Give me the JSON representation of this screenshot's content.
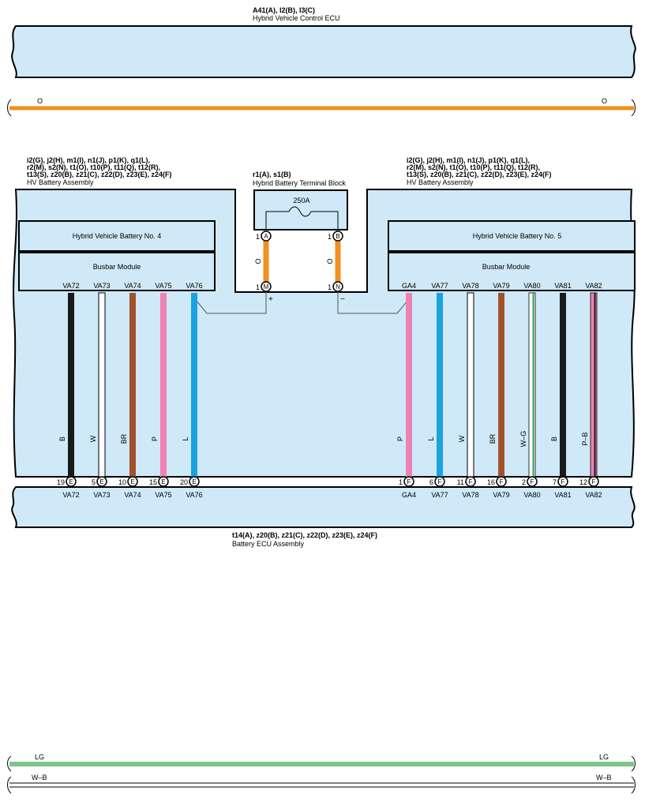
{
  "colors": {
    "panel_fill": "#cfe9f8",
    "panel_stroke": "#000000",
    "wire_orange": "#f0901e",
    "wire_black": "#1a1a1a",
    "wire_white": "#ffffff",
    "wire_brown": "#a0522d",
    "wire_pink": "#ee82b4",
    "wire_blue": "#1aa3e0",
    "wire_lightgreen": "#7cc68e",
    "wire_green": "#2e9e4f"
  },
  "top_ecu": {
    "codes": "A41(A), I2(B), I3(C)",
    "name": "Hybrid Vehicle Control ECU"
  },
  "top_bus": {
    "left_label": "O",
    "right_label": "O"
  },
  "hv_left": {
    "codes_line1": "i2(G), j2(H), m1(I), n1(J), p1(K), q1(L),",
    "codes_line2": "r2(M), s2(N), t1(O), t10(P), t11(Q), t12(R),",
    "codes_line3": "t13(S), z20(B), z21(C), z22(D), z23(E), z24(F)",
    "name": "HV Battery Assembly",
    "battery": "Hybrid Vehicle Battery No.  4",
    "busbar": "Busbar Module"
  },
  "hv_right": {
    "codes_line1": "i2(G), j2(H), m1(I), n1(J), p1(K), q1(L),",
    "codes_line2": "r2(M), s2(N), t1(O), t10(P), t11(Q), t12(R),",
    "codes_line3": "t13(S), z20(B), z21(C), z22(D), z23(E), z24(F)",
    "name": "HV Battery Assembly",
    "battery": "Hybrid Vehicle Battery No.  5",
    "busbar": "Busbar Module"
  },
  "terminal_block": {
    "codes": "r1(A), s1(B)",
    "name": "Hybrid Battery Terminal Block",
    "fuse": "250A",
    "pin_a_num": "1",
    "pin_a": "A",
    "pin_b_num": "1",
    "pin_b": "B",
    "pin_m_num": "1",
    "pin_m": "M",
    "pin_n_num": "1",
    "pin_n": "N",
    "wire_a": "O",
    "wire_b": "O",
    "plus": "+",
    "minus": "−"
  },
  "left_wires": [
    {
      "top": "VA72",
      "color": "B",
      "pin": "19",
      "conn": "E",
      "bottom": "VA72"
    },
    {
      "top": "VA73",
      "color": "W",
      "pin": "5",
      "conn": "E",
      "bottom": "VA73"
    },
    {
      "top": "VA74",
      "color": "BR",
      "pin": "10",
      "conn": "E",
      "bottom": "VA74"
    },
    {
      "top": "VA75",
      "color": "P",
      "pin": "15",
      "conn": "E",
      "bottom": "VA75"
    },
    {
      "top": "VA76",
      "color": "L",
      "pin": "20",
      "conn": "E",
      "bottom": "VA76"
    }
  ],
  "right_wires": [
    {
      "top": "GA4",
      "color": "P",
      "pin": "1",
      "conn": "F",
      "bottom": "GA4"
    },
    {
      "top": "VA77",
      "color": "L",
      "pin": "6",
      "conn": "F",
      "bottom": "VA77"
    },
    {
      "top": "VA78",
      "color": "W",
      "pin": "11",
      "conn": "F",
      "bottom": "VA78"
    },
    {
      "top": "VA79",
      "color": "BR",
      "pin": "16",
      "conn": "F",
      "bottom": "VA79"
    },
    {
      "top": "VA80",
      "color": "W–G",
      "pin": "2",
      "conn": "F",
      "bottom": "VA80"
    },
    {
      "top": "VA81",
      "color": "B",
      "pin": "7",
      "conn": "F",
      "bottom": "VA81"
    },
    {
      "top": "VA82",
      "color": "P–B",
      "pin": "12",
      "conn": "F",
      "bottom": "VA82"
    }
  ],
  "battery_ecu": {
    "codes": "t14(A), z20(B), z21(C), z22(D), z23(E), z24(F)",
    "name": "Battery ECU Assembly"
  },
  "bottom_bus_lg": {
    "left_label": "LG",
    "right_label": "LG"
  },
  "bottom_bus_wb": {
    "left_label": "W–B",
    "right_label": "W–B"
  }
}
